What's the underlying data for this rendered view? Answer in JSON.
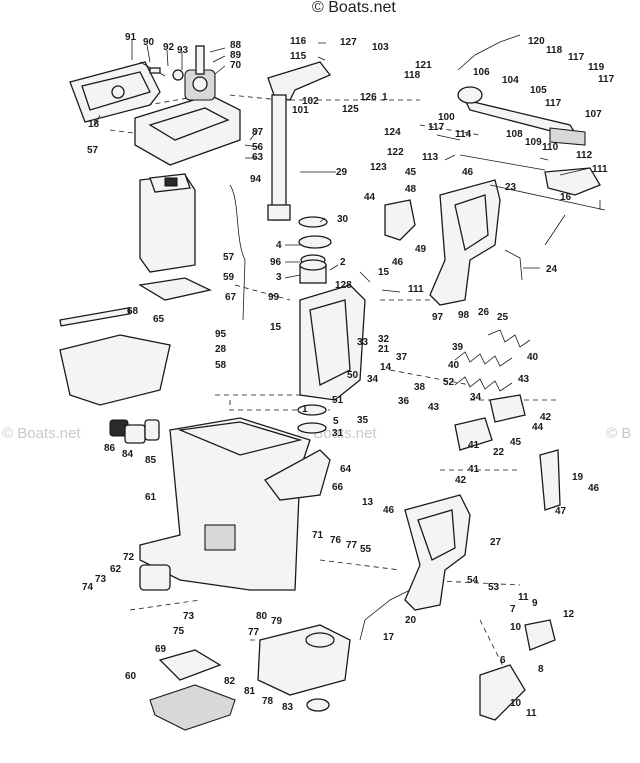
{
  "header": {
    "watermark_top": "© Boats.net"
  },
  "watermarks": {
    "left": "© Boats.net",
    "center": "© Boats.net",
    "right": "© B"
  },
  "callouts": {
    "c1": "1",
    "c2": "2",
    "c3": "3",
    "c4": "4",
    "c5": "5",
    "c6": "6",
    "c7": "7",
    "c8": "8",
    "c9": "9",
    "c10": "10",
    "c11": "11",
    "c12": "12",
    "c13": "13",
    "c14": "14",
    "c15": "15",
    "c16": "16",
    "c17": "17",
    "c18": "18",
    "c19": "19",
    "c20": "20",
    "c21": "21",
    "c22": "22",
    "c23": "23",
    "c24": "24",
    "c25": "25",
    "c26": "26",
    "c27": "27",
    "c28": "28",
    "c29": "29",
    "c30": "30",
    "c31": "31",
    "c32": "32",
    "c33": "33",
    "c34": "34",
    "c35": "35",
    "c36": "36",
    "c37": "37",
    "c38": "38",
    "c39": "39",
    "c40": "40",
    "c41": "41",
    "c42": "42",
    "c43": "43",
    "c44": "44",
    "c45": "45",
    "c46": "46",
    "c47": "47",
    "c48": "48",
    "c49": "49",
    "c50": "50",
    "c51": "51",
    "c52": "52",
    "c53": "53",
    "c54": "54",
    "c55": "55",
    "c56": "56",
    "c57": "57",
    "c58": "58",
    "c59": "59",
    "c60": "60",
    "c61": "61",
    "c62": "62",
    "c63": "63",
    "c64": "64",
    "c65": "65",
    "c66": "66",
    "c67": "67",
    "c68": "68",
    "c69": "69",
    "c70": "70",
    "c71": "71",
    "c72": "72",
    "c73": "73",
    "c74": "74",
    "c75": "75",
    "c76": "76",
    "c77": "77",
    "c78": "78",
    "c79": "79",
    "c80": "80",
    "c81": "81",
    "c82": "82",
    "c83": "83",
    "c84": "84",
    "c85": "85",
    "c86": "86",
    "c87": "87",
    "c88": "88",
    "c89": "89",
    "c90": "90",
    "c91": "91",
    "c92": "92",
    "c93": "93",
    "c94": "94",
    "c95": "95",
    "c96": "96",
    "c97": "97",
    "c98": "98",
    "c99": "99",
    "c100": "100",
    "c101": "101",
    "c102": "102",
    "c103": "103",
    "c104": "104",
    "c105": "105",
    "c106": "106",
    "c107": "107",
    "c108": "108",
    "c109": "109",
    "c110": "110",
    "c111": "111",
    "c112": "112",
    "c113": "113",
    "c114": "114",
    "c115": "115",
    "c116": "116",
    "c117": "117",
    "c118": "118",
    "c119": "119",
    "c120": "120",
    "c121": "121",
    "c122": "122",
    "c123": "123",
    "c124": "124",
    "c125": "125",
    "c126": "126",
    "c127": "127",
    "c128": "128"
  }
}
